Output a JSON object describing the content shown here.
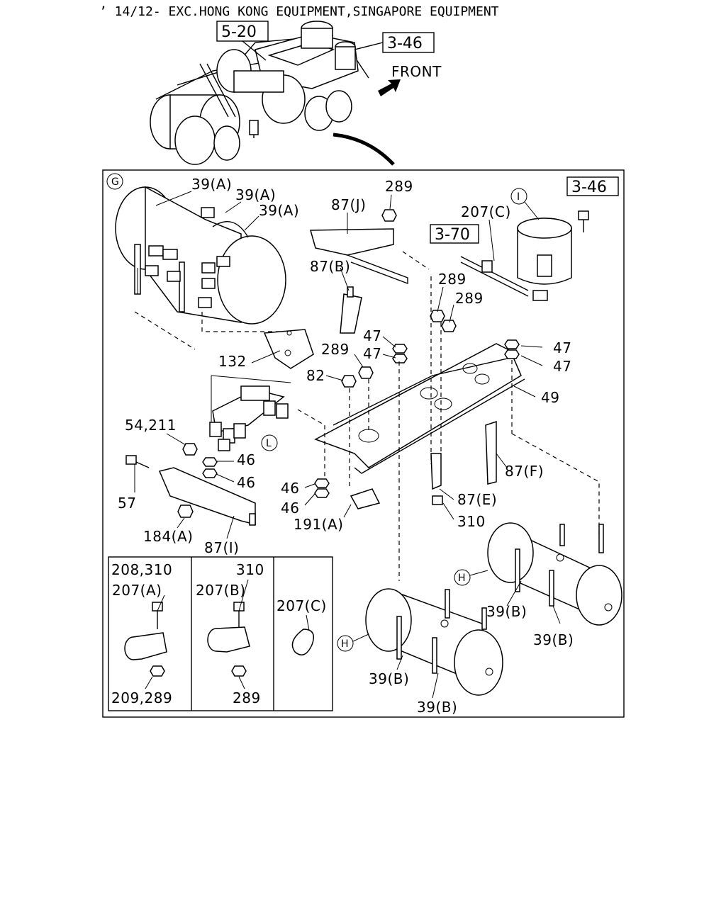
{
  "header": {
    "title": "’ 14/12- EXC.HONG KONG EQUIPMENT,SINGAPORE EQUIPMENT"
  },
  "overview": {
    "ref_5_20": "5-20",
    "ref_3_46": "3-46",
    "front_label": "FRONT"
  },
  "main": {
    "view_marker": "G",
    "ref_3_46": "3-46",
    "ref_3_70": "3-70",
    "circle_I": "I",
    "circle_L": "L",
    "circle_H1": "H",
    "circle_H2": "H",
    "labels": {
      "l39A_1": "39(A)",
      "l39A_2": "39(A)",
      "l39A_3": "39(A)",
      "l289_top": "289",
      "l87J": "87(J)",
      "l207C": "207(C)",
      "l87B": "87(B)",
      "l289_a": "289",
      "l289_b": "289",
      "l289_c": "289",
      "l47_a": "47",
      "l47_b": "47",
      "l47_c": "47",
      "l47_d": "47",
      "l132": "132",
      "l82": "82",
      "l49": "49",
      "l54_211": "54,211",
      "l46_a": "46",
      "l46_b": "46",
      "l46_c": "46",
      "l46_d": "46",
      "l57": "57",
      "l87F": "87(F)",
      "l87E": "87(E)",
      "l310": "310",
      "l191A": "191(A)",
      "l184A": "184(A)",
      "l87I": "87(I)",
      "l39B_a": "39(B)",
      "l39B_b": "39(B)",
      "l39B_c": "39(B)",
      "l39B_d": "39(B)"
    }
  },
  "inset": {
    "c1_top": "208,310",
    "c1_mid": "207(A)",
    "c1_bot": "209,289",
    "c2_top": "310",
    "c2_mid": "207(B)",
    "c2_bot": "289",
    "c3_mid": "207(C)"
  }
}
